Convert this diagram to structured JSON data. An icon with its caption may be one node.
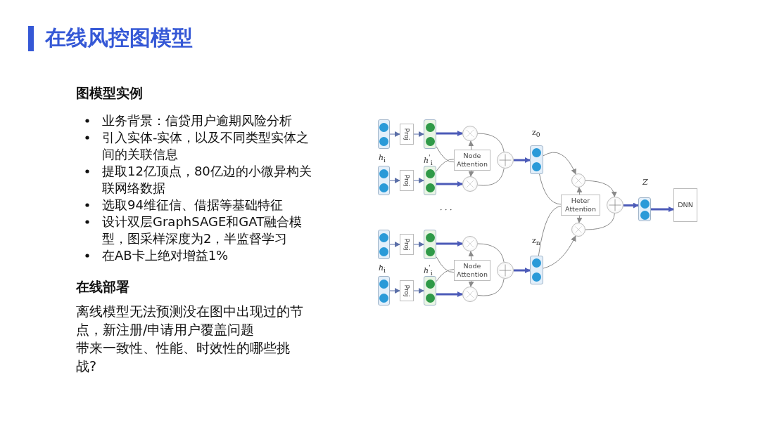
{
  "diagram": {
    "title": "在线风控图模型",
    "nodes": [
      {
        "text": [],
        "shape": "box"
      },
      {
        "text": [
          "Proj"
        ]
      },
      {
        "text": [],
        "shape": "box"
      },
      {
        "text": [],
        "shape": "box"
      },
      {
        "text": [
          "Proj"
        ]
      },
      {
        "text": [],
        "shape": "box"
      },
      {
        "text": [],
        "shape": "circle"
      },
      {
        "text": [],
        "shape": "circle"
      },
      {
        "text": [
          "Node Attention"
        ]
      },
      {
        "text": [],
        "shape": "circle"
      },
      {
        "text": [],
        "shape": "box"
      },
      {
        "text": [],
        "shape": "box"
      },
      {
        "text": [
          "Proj"
        ]
      },
      {
        "text": [],
        "shape": "box"
      },
      {
        "text": [],
        "shape": "box"
      },
      {
        "text": [
          "Proj"
        ]
      },
      {
        "text": [],
        "shape": "box"
      },
      {
        "text": [],
        "shape": "circle"
      },
      {
        "text": [],
        "shape": "circle"
      },
      {
        "text": [
          "Node Attention"
        ]
      },
      {
        "text": [],
        "shape": "circle"
      },
      {
        "text": [],
        "shape": "box"
      },
      {
        "text": [],
        "shape": "circle"
      },
      {
        "text": [
          "Heter Attention"
        ]
      },
      {
        "text": [],
        "shape": "circle"
      },
      {
        "text": [],
        "shape": "circle"
      },
      {
        "text": [],
        "shape": "box"
      },
      {
        "text": [
          "DNN"
        ]
      }
    ],
    "edges": [
      {
        "from": 0,
        "to": 1,
        "arrow": "to",
        "color": "#5b6fa8"
      },
      {
        "from": 1,
        "to": 2,
        "arrow": "to",
        "color": "#5b6fa8"
      },
      {
        "from": 3,
        "to": 4,
        "arrow": "to",
        "color": "#5b6fa8"
      },
      {
        "from": 4,
        "to": 5,
        "arrow": "to",
        "color": "#5b6fa8"
      },
      {
        "from": 2,
        "to": 6,
        "arrow": "to",
        "style": "thick",
        "color": "#4c5bb8"
      },
      {
        "from": 5,
        "to": 7,
        "arrow": "to",
        "style": "thick",
        "color": "#4c5bb8"
      },
      {
        "from": 2,
        "to": 8,
        "arrow": "none"
      },
      {
        "from": 5,
        "to": 8,
        "arrow": "none"
      },
      {
        "from": 8,
        "to": 6,
        "arrow": "to"
      },
      {
        "from": 8,
        "to": 7,
        "arrow": "to"
      },
      {
        "from": 6,
        "to": 9,
        "arrow": "none"
      },
      {
        "from": 7,
        "to": 9,
        "arrow": "none"
      },
      {
        "from": 9,
        "to": 10,
        "arrow": "to",
        "style": "thick",
        "color": "#4c5bb8"
      },
      {
        "from": 11,
        "to": 12,
        "arrow": "to",
        "color": "#5b6fa8"
      },
      {
        "from": 12,
        "to": 13,
        "arrow": "to",
        "color": "#5b6fa8"
      },
      {
        "from": 14,
        "to": 15,
        "arrow": "to",
        "color": "#5b6fa8"
      },
      {
        "from": 15,
        "to": 16,
        "arrow": "to",
        "color": "#5b6fa8"
      },
      {
        "from": 13,
        "to": 17,
        "arrow": "to",
        "style": "thick",
        "color": "#4c5bb8"
      },
      {
        "from": 16,
        "to": 18,
        "arrow": "to",
        "style": "thick",
        "color": "#4c5bb8"
      },
      {
        "from": 13,
        "to": 19,
        "arrow": "none"
      },
      {
        "from": 16,
        "to": 19,
        "arrow": "none"
      },
      {
        "from": 19,
        "to": 17,
        "arrow": "to"
      },
      {
        "from": 19,
        "to": 18,
        "arrow": "to"
      },
      {
        "from": 17,
        "to": 20,
        "arrow": "none"
      },
      {
        "from": 18,
        "to": 20,
        "arrow": "none"
      },
      {
        "from": 20,
        "to": 21,
        "arrow": "to",
        "style": "thick",
        "color": "#4c5bb8"
      },
      {
        "from": 10,
        "to": 22,
        "arrow": "to"
      },
      {
        "from": 10,
        "to": 23,
        "arrow": "none"
      },
      {
        "from": 21,
        "to": 23,
        "arrow": "none"
      },
      {
        "from": 21,
        "to": 24,
        "arrow": "to"
      },
      {
        "from": 23,
        "to": 22,
        "arrow": "to"
      },
      {
        "from": 23,
        "to": 24,
        "arrow": "to"
      },
      {
        "from": 22,
        "to": 25,
        "arrow": "to"
      },
      {
        "from": 24,
        "to": 25,
        "arrow": "none"
      },
      {
        "from": 25,
        "to": 26,
        "arrow": "to",
        "style": "thick",
        "color": "#4c5bb8"
      },
      {
        "from": 26,
        "to": 27,
        "arrow": "to",
        "style": "thick",
        "color": "#4c5bb8"
      }
    ],
    "labels": [
      "图模型实例",
      "业务背景：信贷用户逾期风险分析",
      "引入实体-实体，以及不同类型实体之间的关联信息",
      "提取12亿顶点，80亿边的小微异构关联网络数据",
      "选取94维征信、借据等基础特征",
      "设计双层GraphSAGE和GAT融合模型，图采样深度为2，半监督学习",
      "在AB卡上绝对增益1%",
      "在线部署",
      "离线模型无法预测没在图中出现过的节点，新注册/申请用户覆盖问题",
      "带来一致性、性能、时效性的哪些挑战?",
      "*h*$_{i}$",
      "*h*$^{'}$$_{i}$",
      "z$_{0}$",
      "· · ·",
      "*h*$_{i}$",
      "*h*$^{'}$$_{i}$",
      "z$_{n}$",
      "*Z*"
    ]
  }
}
